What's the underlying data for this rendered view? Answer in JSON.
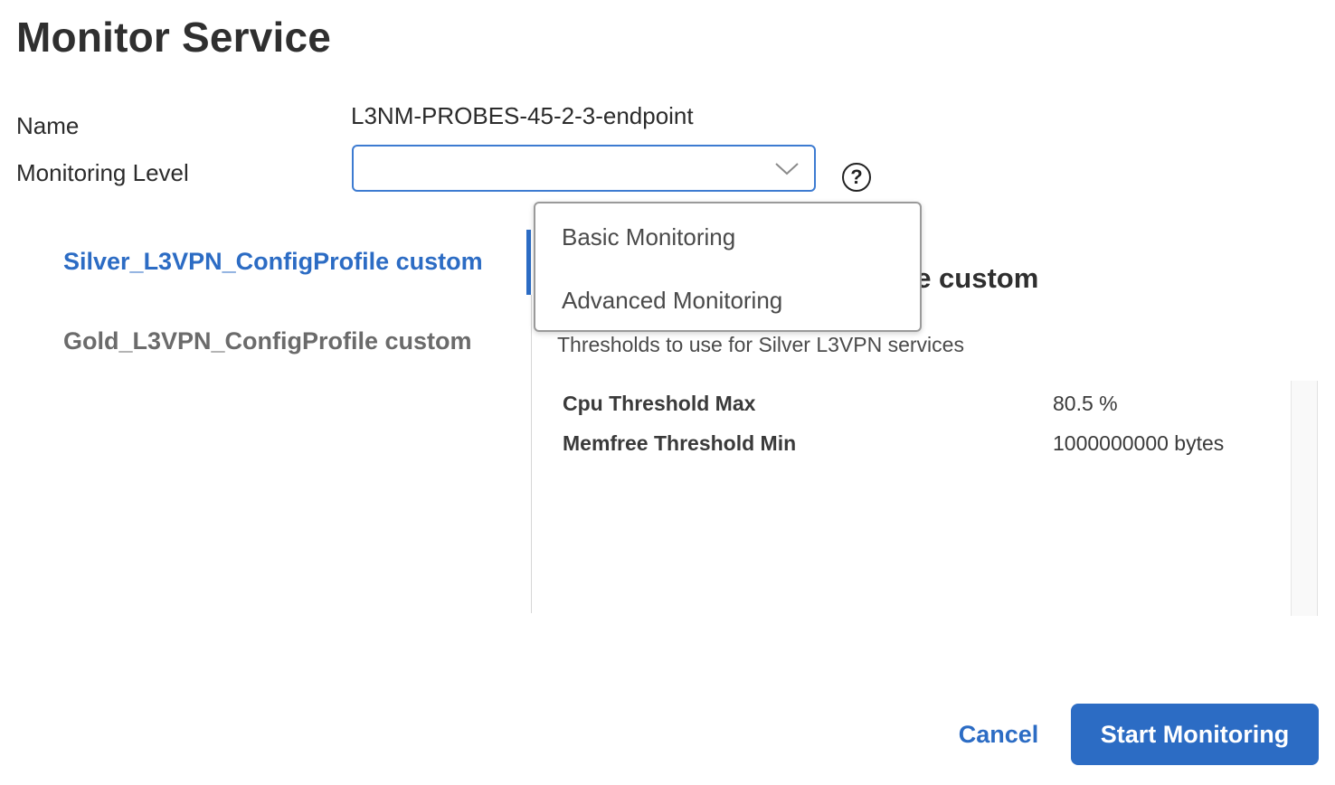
{
  "page": {
    "title": "Monitor Service"
  },
  "form": {
    "name_label": "Name",
    "name_value": "L3NM-PROBES-45-2-3-endpoint",
    "level_label": "Monitoring Level",
    "level_value": "",
    "help_glyph": "?"
  },
  "dropdown": {
    "options": [
      "Basic Monitoring",
      "Advanced Monitoring"
    ]
  },
  "profiles": {
    "items": [
      {
        "label": "Silver_L3VPN_ConfigProfile custom",
        "active": true
      },
      {
        "label": "Gold_L3VPN_ConfigProfile custom",
        "active": false
      }
    ]
  },
  "detail": {
    "heading": "Silver_L3VPN_ConfigProfile custom",
    "description": "Thresholds to use for Silver L3VPN services",
    "thresholds": [
      {
        "name": "Cpu Threshold Max",
        "value": "80.5 %"
      },
      {
        "name": "Memfree Threshold Min",
        "value": "1000000000 bytes"
      }
    ]
  },
  "footer": {
    "cancel_label": "Cancel",
    "start_label": "Start Monitoring"
  },
  "colors": {
    "accent": "#2c6cc4",
    "select_border": "#3d7bd1"
  },
  "icons": {
    "chevron": "chevron-down-icon",
    "help": "question-circle-icon"
  }
}
